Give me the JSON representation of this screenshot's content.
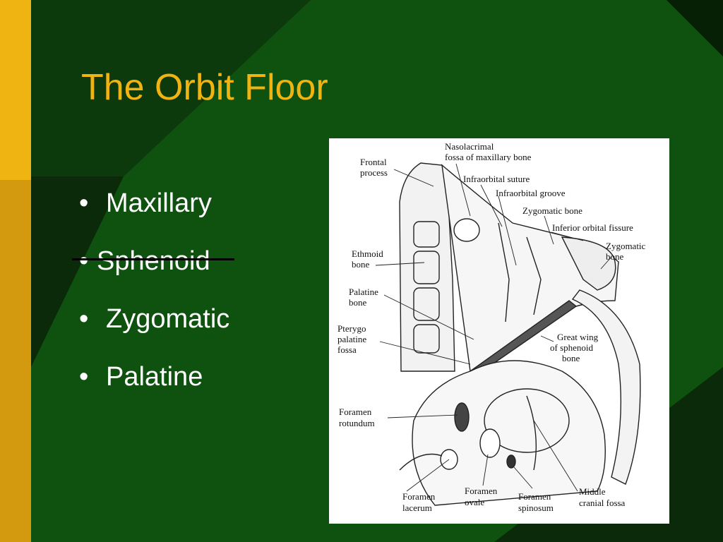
{
  "slide": {
    "title": "The Orbit Floor",
    "bullets": [
      {
        "marker": "•",
        "text": "Maxillary"
      },
      {
        "marker": "•",
        "text": "Sphenoid",
        "struck": true
      },
      {
        "marker": "•",
        "text": "Zygomatic"
      },
      {
        "marker": "•",
        "text": "Palatine"
      }
    ]
  },
  "figure": {
    "labels": {
      "frontal_process": [
        "Frontal",
        "process"
      ],
      "nasolacrimal": [
        "Nasolacrimal",
        "fossa of maxillary bone"
      ],
      "infraorbital_suture": "Infraorbital suture",
      "infraorbital_groove": "Infraorbital groove",
      "zygomatic_bone_top": "Zygomatic bone",
      "inferior_orbital_fissure": "Inferior orbital fissure",
      "zygomatic_bone_right": [
        "Zygomatic",
        "bone"
      ],
      "ethmoid_bone": [
        "Ethmoid",
        "bone"
      ],
      "palatine_bone": [
        "Palatine",
        "bone"
      ],
      "pterygopalatine_fossa": [
        "Pterygo",
        "palatine",
        "fossa"
      ],
      "great_wing": [
        "Great wing",
        "of sphenoid",
        "bone"
      ],
      "foramen_rotundum": [
        "Foramen",
        "rotundum"
      ],
      "foramen_lacerum": [
        "Foramen",
        "lacerum"
      ],
      "foramen_ovale": [
        "Foramen",
        "ovale"
      ],
      "foramen_spinosum": [
        "Foramen",
        "spinosum"
      ],
      "middle_cranial_fossa": [
        "Middle",
        "cranial fossa"
      ]
    }
  },
  "colors": {
    "title": "#f0b412",
    "gold_bar": "#f0b412",
    "background": "#0e4f0e",
    "text": "#ffffff"
  }
}
